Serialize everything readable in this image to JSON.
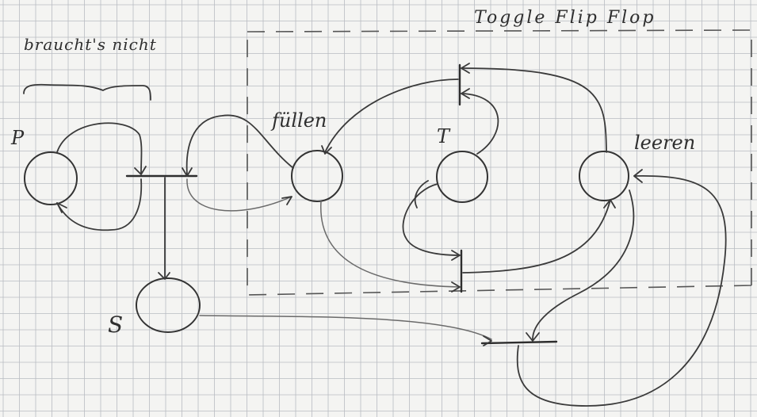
{
  "labels": {
    "place_p": "P",
    "place_s": "S",
    "place_t": "T",
    "transition_fill": "füllen",
    "transition_empty": "leeren",
    "note": "braucht's nicht",
    "frame_title": "Toggle Flip Flop"
  },
  "colors": {
    "paper": "#f4f4f2",
    "grid": "#b9bcc2",
    "ink": "#3a3a3a"
  }
}
